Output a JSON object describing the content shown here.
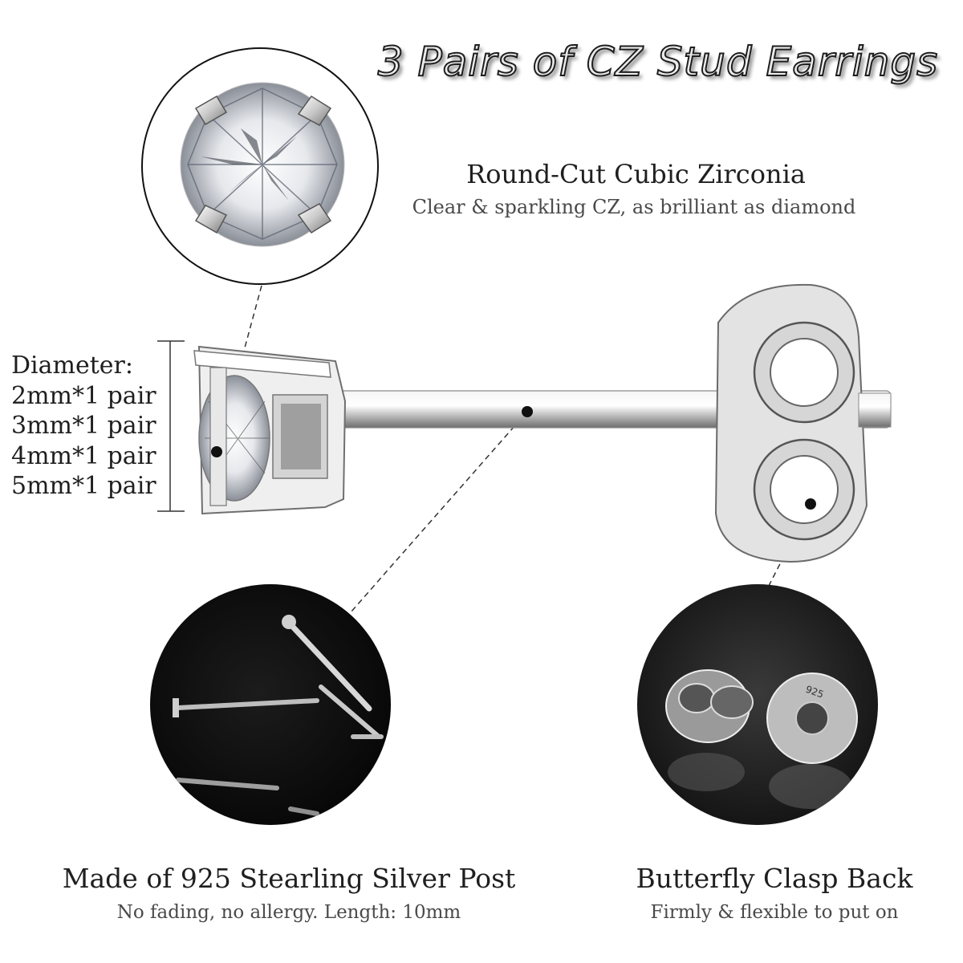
{
  "title": "3 Pairs of CZ Stud Earrings",
  "features": {
    "stone": {
      "title": "Round-Cut Cubic Zirconia",
      "subtitle": "Clear & sparkling CZ, as brilliant as diamond"
    },
    "post": {
      "title": "Made of 925 Stearling Silver Post",
      "subtitle": "No fading, no allergy. Length: 10mm"
    },
    "clasp": {
      "title": "Butterfly Clasp Back",
      "subtitle": "Firmly & flexible to put on"
    }
  },
  "diameter": {
    "label": "Diameter:",
    "sizes": [
      "2mm*1 pair",
      "3mm*1 pair",
      "4mm*1 pair",
      "5mm*1 pair"
    ]
  },
  "clasp_stamp": "925",
  "colors": {
    "silver": "#c9c9c9",
    "dark_bg": "#0c0c0c",
    "clasp_bg": "#2a2a2a",
    "text": "#1f1f1f"
  }
}
